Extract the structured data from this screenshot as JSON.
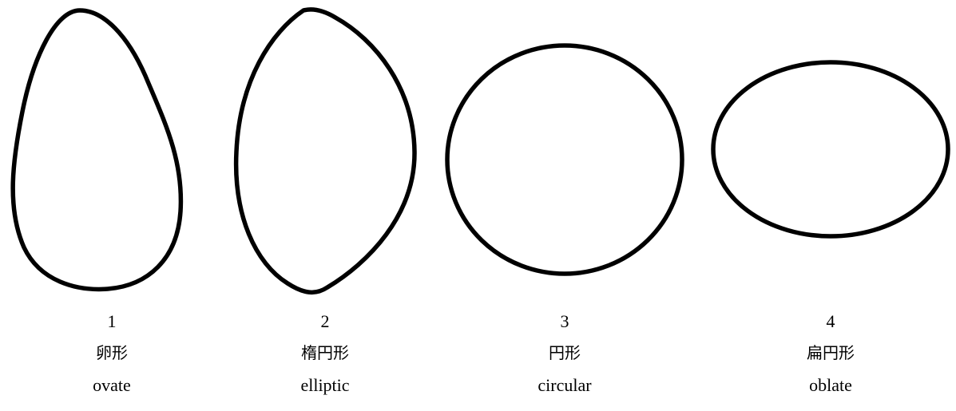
{
  "figure": {
    "items": [
      {
        "number": "1",
        "label_jp": "卵形",
        "label_en": "ovate",
        "shape": "ovate-outline"
      },
      {
        "number": "2",
        "label_jp": "楕円形",
        "label_en": "elliptic",
        "shape": "elliptic-outline"
      },
      {
        "number": "3",
        "label_jp": "円形",
        "label_en": "circular",
        "shape": "circular-outline"
      },
      {
        "number": "4",
        "label_jp": "扁円形",
        "label_en": "oblate",
        "shape": "oblate-outline"
      }
    ]
  }
}
